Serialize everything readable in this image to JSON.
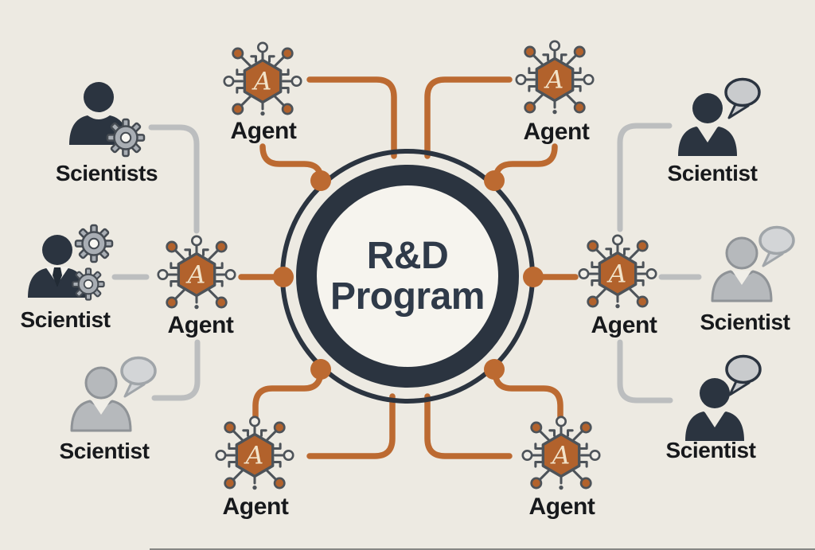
{
  "title": {
    "line1": "R&D",
    "line2": "Program",
    "full": "R&D Program"
  },
  "agents": [
    {
      "position": "top-left",
      "label": "Agent",
      "icon": "agent-chip-icon"
    },
    {
      "position": "top-right",
      "label": "Agent",
      "icon": "agent-chip-icon"
    },
    {
      "position": "middle-left",
      "label": "Agent",
      "icon": "agent-chip-icon"
    },
    {
      "position": "middle-right",
      "label": "Agent",
      "icon": "agent-chip-icon"
    },
    {
      "position": "bottom-left",
      "label": "Agent",
      "icon": "agent-chip-icon"
    },
    {
      "position": "bottom-right",
      "label": "Agent",
      "icon": "agent-chip-icon"
    }
  ],
  "scientists": [
    {
      "position": "top-left",
      "label": "Scientists",
      "icon": "person-with-gear-icon"
    },
    {
      "position": "middle-left",
      "label": "Scientist",
      "icon": "person-suit-with-gears-icon"
    },
    {
      "position": "bottom-left",
      "label": "Scientist",
      "icon": "person-with-speech-bubble-icon"
    },
    {
      "position": "top-right",
      "label": "Scientist",
      "icon": "person-with-speech-bubble-icon"
    },
    {
      "position": "middle-right",
      "label": "Scientist",
      "icon": "person-with-speech-bubble-icon"
    },
    {
      "position": "bottom-right",
      "label": "Scientist",
      "icon": "person-with-speech-bubble-icon"
    }
  ],
  "agent_chip_letter": "A",
  "colors": {
    "background": "#edeae2",
    "accent_orange": "#bc6a31",
    "agent_hexagon": "#b2622c",
    "dark_navy": "#2b3440",
    "connector_gray": "#bcbebf",
    "inner_circle": "#f6f4ee",
    "label_text": "#17191c",
    "title_text": "#2f3a49"
  }
}
